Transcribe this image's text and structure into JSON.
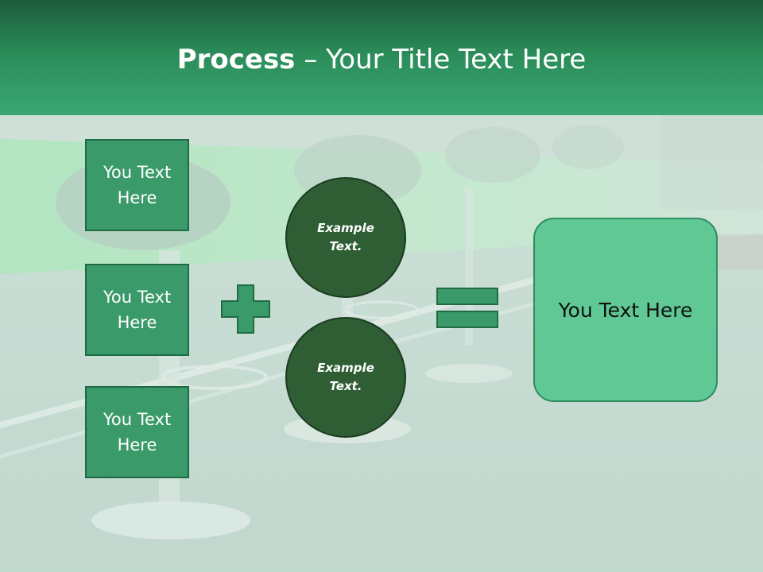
{
  "header": {
    "title_bold": "Process",
    "title_rest": " – Your Title Text Here"
  },
  "left_boxes": [
    {
      "label": "You Text Here"
    },
    {
      "label": "You Text Here"
    },
    {
      "label": "You Text Here"
    }
  ],
  "circles": [
    {
      "label": "Example Text."
    },
    {
      "label": "Example Text."
    }
  ],
  "result_box": {
    "label": "You Text Here"
  },
  "operators": {
    "plus_icon": "plus-icon",
    "equals_icon": "equals-icon"
  },
  "colors": {
    "header_dark": "#1d5a3b",
    "header_light": "#3aa874",
    "box_fill": "#3b9a6a",
    "box_border": "#1f6b43",
    "circle_fill": "#2f5e34",
    "result_fill": "#5fc894"
  }
}
